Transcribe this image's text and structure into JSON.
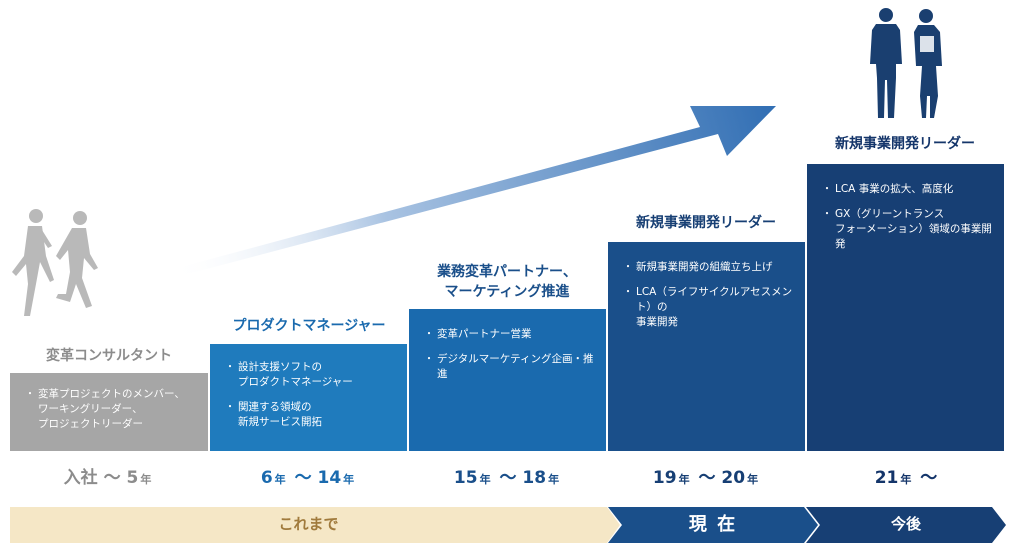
{
  "colors": {
    "gray_box": "#a6a6a6",
    "gray_text": "#8c8c8c",
    "blue_1": "#1f7bbd",
    "blue_2": "#1a6aae",
    "navy_1": "#1a4f8a",
    "navy_2": "#173f74",
    "navy_3": "#14356a",
    "beige": "#f5e7c6",
    "beige_text": "#a07a3c"
  },
  "steps": [
    {
      "title": "変革コンサルタント",
      "items": [
        "変革プロジェクトのメンバー、\nワーキングリーダー、\nプロジェクトリーダー"
      ],
      "period_start": "入社",
      "period_start_unit": "",
      "period_end": "5",
      "period_end_unit": "年"
    },
    {
      "title": "プロダクトマネージャー",
      "items": [
        "設計支援ソフトの\nプロダクトマネージャー",
        "関連する領域の\n新規サービス開拓"
      ],
      "period_start": "6",
      "period_start_unit": "年",
      "period_end": "14",
      "period_end_unit": "年"
    },
    {
      "title": "業務変革パートナー、\nマーケティング推進",
      "items": [
        "変革パートナー営業",
        "デジタルマーケティング企画・推進"
      ],
      "period_start": "15",
      "period_start_unit": "年",
      "period_end": "18",
      "period_end_unit": "年"
    },
    {
      "title": "新規事業開発リーダー",
      "items": [
        "新規事業開発の組織立ち上げ",
        "LCA（ライフサイクルアセスメント）の\n事業開発"
      ],
      "period_start": "19",
      "period_start_unit": "年",
      "period_end": "20",
      "period_end_unit": "年"
    },
    {
      "title": "新規事業開発リーダー",
      "items": [
        "LCA 事業の拡大、高度化",
        "GX（グリーントランス\nフォーメーション）領域の事業開発"
      ],
      "period_start": "21",
      "period_start_unit": "年",
      "period_end": "",
      "period_end_unit": ""
    }
  ],
  "tilde": "〜",
  "bands": {
    "past": "これまで",
    "present": "現 在",
    "future": "今後"
  },
  "icons": {
    "past_figures": "running-people-icon",
    "future_figures": "business-people-icon",
    "growth_arrow": "growth-arrow-icon"
  }
}
